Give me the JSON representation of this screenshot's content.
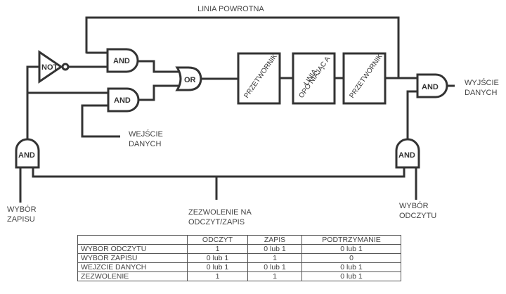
{
  "diagram": {
    "title_feedback": "LINIA POWROTNA",
    "gates": {
      "not": "NOT",
      "and_top": "AND",
      "and_mid": "AND",
      "or": "OR",
      "and_write": "AND",
      "and_read": "AND",
      "and_out": "AND"
    },
    "blocks": {
      "converter_1": "PRZETWORNIK",
      "delay_line_1": "LINIA",
      "delay_line_2": "OPÓ NIAJĄC A",
      "converter_2": "PRZETWORNIK"
    },
    "labels": {
      "data_input_1": "WEJŚCIE",
      "data_input_2": "DANYCH",
      "data_output_1": "WYJŚCIE",
      "data_output_2": "DANYCH",
      "write_select_1": "WYBÓR",
      "write_select_2": "ZAPISU",
      "read_select_1": "WYBÓR",
      "read_select_2": "ODCZYTU",
      "enable_1": "ZEZWOLENIE NA",
      "enable_2": "ODCZYT/ZAPIS"
    }
  },
  "truth_table": {
    "headers": [
      "",
      "ODCZYT",
      "ZAPIS",
      "PODTRZYMANIE"
    ],
    "rows": [
      [
        "WYBOR ODCZYTU",
        "1",
        "0 lub 1",
        "0 lub 1"
      ],
      [
        "WYBOR ZAPISU",
        "0 lub 1",
        "1",
        "0"
      ],
      [
        "WEJZCIE DANYCH",
        "0 lub 1",
        "0 lub 1",
        "0 lub 1"
      ],
      [
        "ZEZWOLENIE",
        "1",
        "1",
        "0 lub 1"
      ]
    ]
  }
}
